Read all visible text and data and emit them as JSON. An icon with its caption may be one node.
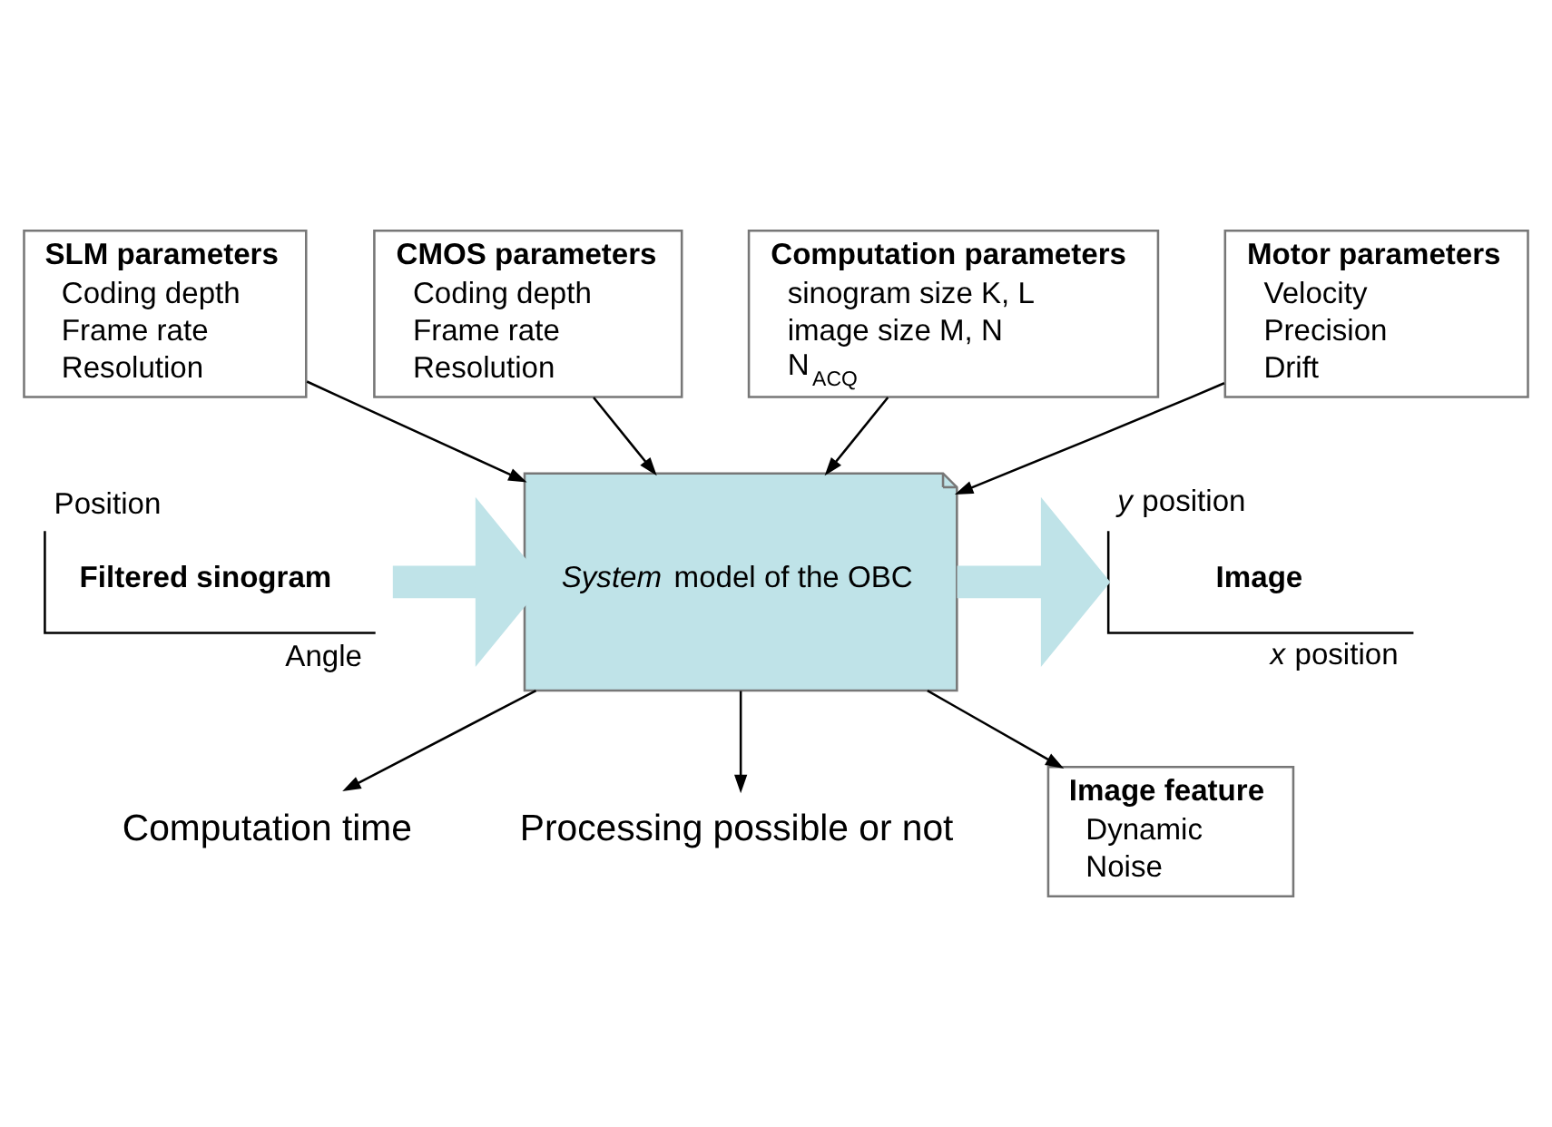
{
  "diagram": {
    "nodes": [
      {
        "text": [
          "SLM parameters",
          "Coding depth",
          "Frame rate",
          "Resolution"
        ]
      },
      {
        "text": [
          "CMOS parameters",
          "Coding depth",
          "Frame rate",
          "Resolution"
        ]
      },
      {
        "text": [
          "Computation parameters",
          "sinogram size K, L",
          "image size M, N",
          "N$_{ACQ}$"
        ]
      },
      {
        "text": [
          "Motor parameters",
          "Velocity",
          "Precision",
          "Drift"
        ]
      },
      {
        "text": [
          "Position",
          "Filtered sinogram",
          "Angle"
        ]
      },
      {
        "text": [
          "*System* model of the OBC"
        ]
      },
      {
        "text": [
          "*y* position",
          "Image",
          "*x* position"
        ]
      },
      {
        "text": [
          "Computation time"
        ]
      },
      {
        "text": [
          "Processing possible or not"
        ]
      },
      {
        "text": [
          "Image feature",
          "Dynamic",
          "Noise"
        ]
      }
    ],
    "edges": [
      {
        "from": 0,
        "to": 5,
        "arrow": "to"
      },
      {
        "from": 1,
        "to": 5,
        "arrow": "to"
      },
      {
        "from": 2,
        "to": 5,
        "arrow": "to"
      },
      {
        "from": 3,
        "to": 5,
        "arrow": "to"
      },
      {
        "from": 4,
        "to": 5,
        "arrow": "to",
        "style": "thick",
        "color": "#bfe3e8"
      },
      {
        "from": 5,
        "to": 6,
        "arrow": "to",
        "style": "thick",
        "color": "#bfe3e8"
      },
      {
        "from": 5,
        "to": 7,
        "arrow": "to"
      },
      {
        "from": 5,
        "to": 9,
        "arrow": "to"
      },
      {
        "from": 5,
        "to": 8,
        "arrow": "to"
      }
    ]
  }
}
